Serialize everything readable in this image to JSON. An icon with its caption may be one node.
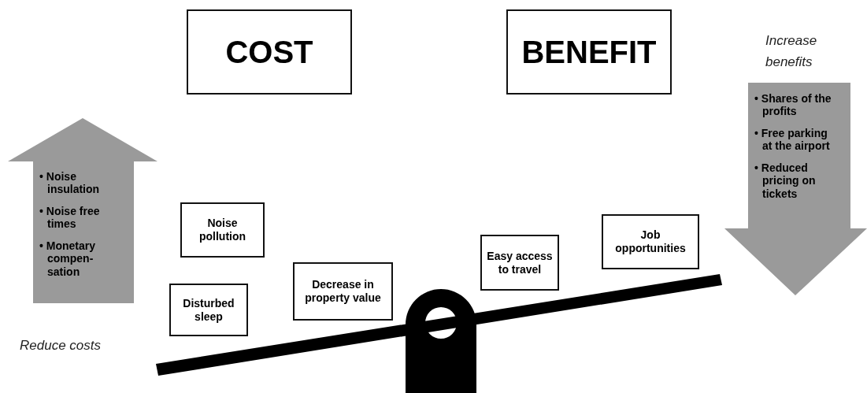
{
  "diagram": {
    "nodes": [
      {
        "text": [
          "COST"
        ]
      },
      {
        "text": [
          "BENEFIT"
        ]
      },
      {
        "text": [
          "• Noise insulation",
          "• Noise free times",
          "• Monetary compen-sation"
        ]
      },
      {
        "text": [
          "• Shares of the profits",
          "• Free parking at the airport",
          "• Reduced pricing on tickets"
        ],
        "beside": [
          "Increase benefits"
        ]
      },
      {
        "text": [
          "Noise pollution"
        ]
      },
      {
        "text": [
          "Disturbed sleep"
        ]
      },
      {
        "text": [
          "Decrease in property value"
        ]
      },
      {
        "text": [
          "Easy access to travel"
        ]
      },
      {
        "text": [
          "Job opportunities"
        ]
      }
    ],
    "labels": [
      "Reduce costs"
    ]
  }
}
